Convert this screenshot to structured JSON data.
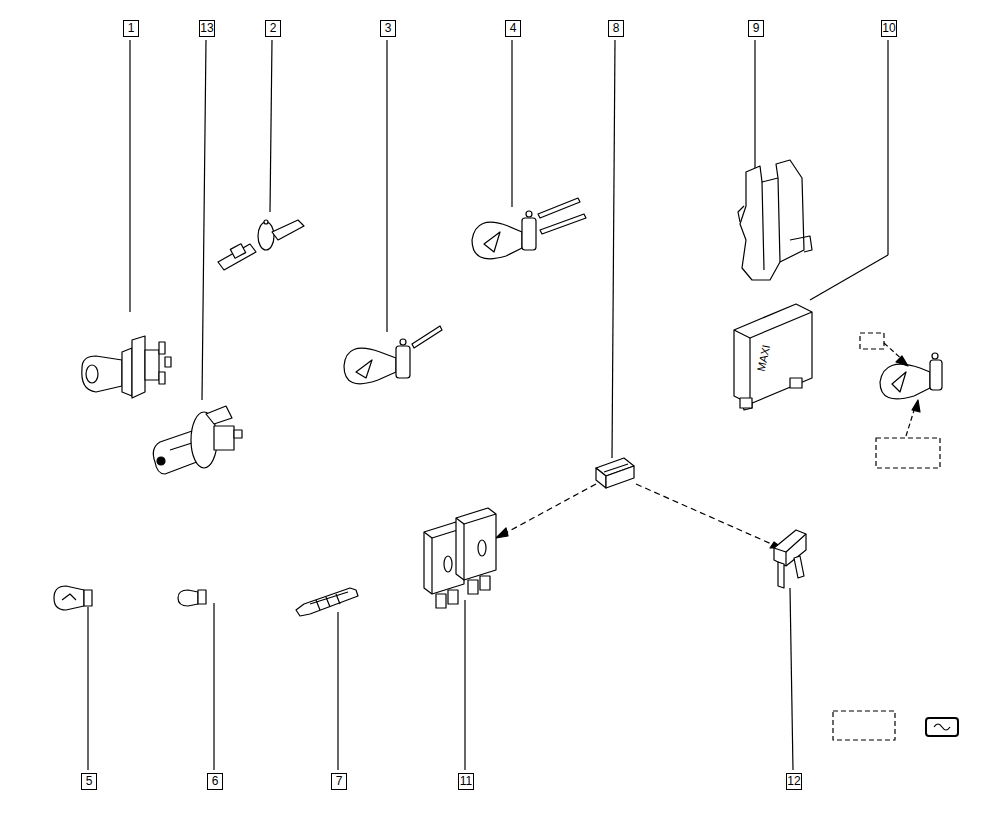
{
  "diagram": {
    "labels": [
      "1",
      "13",
      "2",
      "3",
      "4",
      "8",
      "9",
      "10",
      "5",
      "6",
      "7",
      "11",
      "12",
      "MAXI"
    ]
  }
}
